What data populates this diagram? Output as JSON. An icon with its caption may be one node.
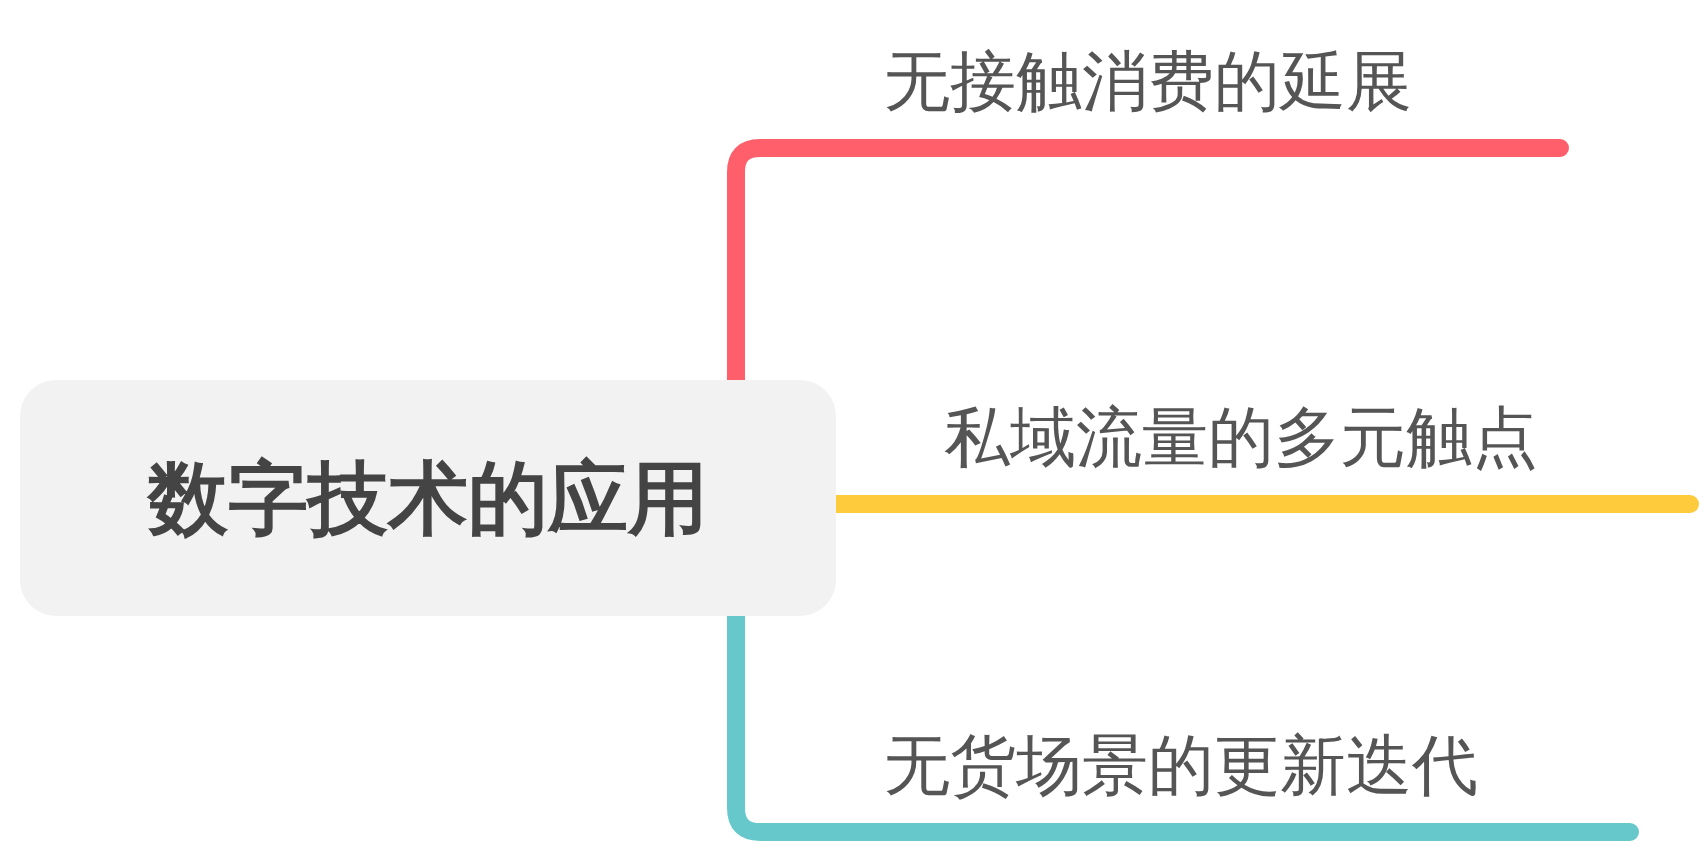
{
  "diagram": {
    "nodes": [
      {
        "text": [
          "数字技术的应用"
        ]
      },
      {
        "text": [
          "无接触消费的延展"
        ]
      },
      {
        "text": [
          "私域流量的多元触点"
        ]
      },
      {
        "text": [
          "无货场景的更新迭代"
        ]
      }
    ],
    "edges": [
      {
        "from": 0,
        "to": 1,
        "arrow": "none",
        "color": "#fe5f6a"
      },
      {
        "from": 0,
        "to": 2,
        "arrow": "none",
        "color": "#fdcb3c"
      },
      {
        "from": 0,
        "to": 3,
        "arrow": "none",
        "color": "#66c8cb"
      }
    ]
  }
}
